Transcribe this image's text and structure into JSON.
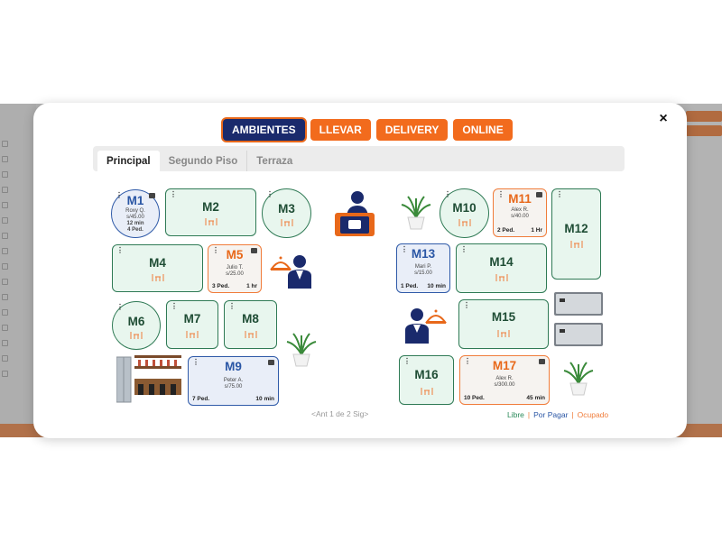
{
  "modes": {
    "ambientes": "AMBIENTES",
    "llevar": "LLEVAR",
    "delivery": "DELIVERY",
    "online": "ONLINE"
  },
  "tabs": [
    "Principal",
    "Segundo Piso",
    "Terraza"
  ],
  "close_label": "×",
  "tables": {
    "m1": {
      "name": "M1",
      "waiter": "Roxy Q.",
      "amount": "s/45.00",
      "time": "12 min",
      "orders": "4 Ped."
    },
    "m2": {
      "name": "M2"
    },
    "m3": {
      "name": "M3"
    },
    "m4": {
      "name": "M4"
    },
    "m5": {
      "name": "M5",
      "waiter": "Julio T.",
      "amount": "s/25.00",
      "orders": "3 Ped.",
      "time": "1 hr"
    },
    "m6": {
      "name": "M6"
    },
    "m7": {
      "name": "M7"
    },
    "m8": {
      "name": "M8"
    },
    "m9": {
      "name": "M9",
      "waiter": "Peter A.",
      "amount": "s/75.00",
      "orders": "7 Ped.",
      "time": "10 min"
    },
    "m10": {
      "name": "M10"
    },
    "m11": {
      "name": "M11",
      "waiter": "Alex R.",
      "amount": "s/40.00",
      "orders": "2 Ped.",
      "time": "1 Hr"
    },
    "m12": {
      "name": "M12"
    },
    "m13": {
      "name": "M13",
      "waiter": "Mari P.",
      "amount": "s/15.00",
      "orders": "1 Ped.",
      "time": "10 min"
    },
    "m14": {
      "name": "M14"
    },
    "m15": {
      "name": "M15"
    },
    "m16": {
      "name": "M16"
    },
    "m17": {
      "name": "M17",
      "waiter": "Alex R.",
      "amount": "s/300.00",
      "orders": "10 Ped.",
      "time": "45 min"
    }
  },
  "pager": "<Ant 1 de 2 Sig>",
  "legend": {
    "free": "Libre",
    "pay": "Por Pagar",
    "occupied": "Ocupado",
    "sep": "|"
  },
  "colors": {
    "navy": "#1a2a6c",
    "orange": "#f26b1d",
    "green_border": "#2f7a55",
    "green_fill": "#e8f6ee",
    "blue": "#2a56a5"
  }
}
